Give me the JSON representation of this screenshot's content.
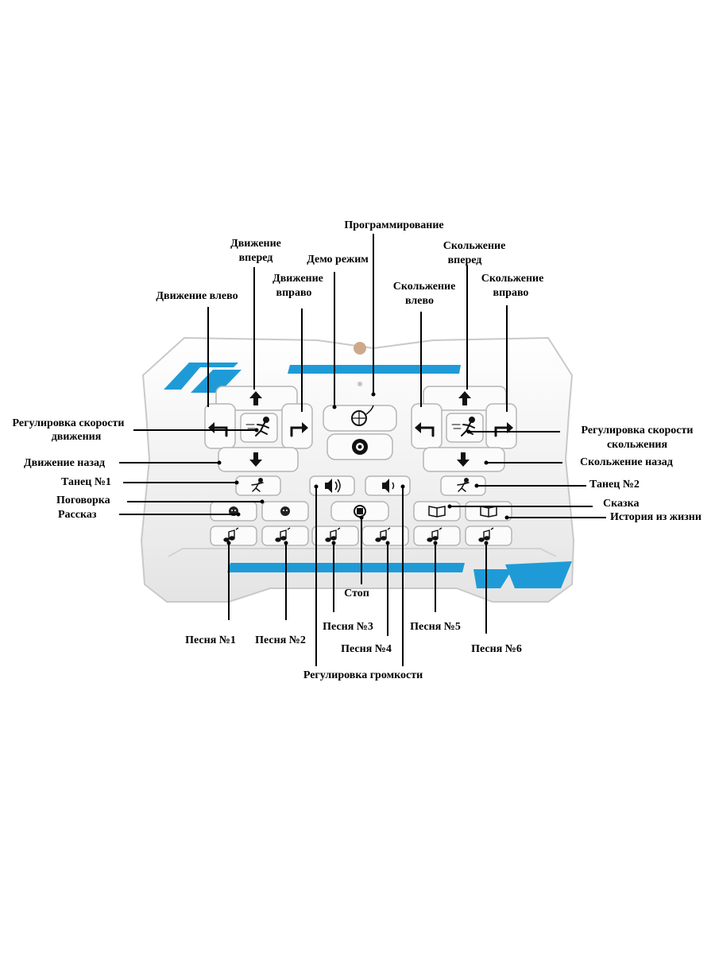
{
  "colors": {
    "body": "#f2f2f2",
    "body_edge": "#c9c9c9",
    "accent": "#1e9bd7",
    "button": "#fbfbfb",
    "button_edge": "#b5b5b5",
    "glyph": "#111111",
    "leader": "#000000"
  },
  "labels": {
    "programming": "Программирование",
    "demo": "Демо режим",
    "move_forward_1": "Движение",
    "move_forward_2": "вперед",
    "move_right_1": "Движение",
    "move_right_2": "вправо",
    "move_left": "Движение влево",
    "slide_forward_1": "Скольжение",
    "slide_forward_2": "вперед",
    "slide_left_1": "Скольжение",
    "slide_left_2": "влево",
    "slide_right_1": "Скольжение",
    "slide_right_2": "вправо",
    "move_speed_1": "Регулировка скорости",
    "move_speed_2": "движения",
    "slide_speed_1": "Регулировка скорости",
    "slide_speed_2": "скольжения",
    "move_back": "Движение назад",
    "slide_back": "Скольжение назад",
    "dance1": "Танец №1",
    "dance2": "Танец №2",
    "saying": "Поговорка",
    "story": "Рассказ",
    "fairy_tale": "Сказка",
    "life_story": "История из жизни",
    "stop": "Стоп",
    "song1": "Песня №1",
    "song2": "Песня №2",
    "song3": "Песня №3",
    "song4": "Песня №4",
    "song5": "Песня №5",
    "song6": "Песня №6",
    "volume": "Регулировка громкости"
  },
  "icons": [
    "arrow-up-icon",
    "arrow-down-icon",
    "turn-left-icon",
    "turn-right-icon",
    "runner-icon",
    "dancer-icon",
    "face-icon",
    "book-icon",
    "music-note-icon",
    "volume-up-icon",
    "volume-down-icon",
    "stop-icon",
    "soccer-icon",
    "gear-icon"
  ]
}
